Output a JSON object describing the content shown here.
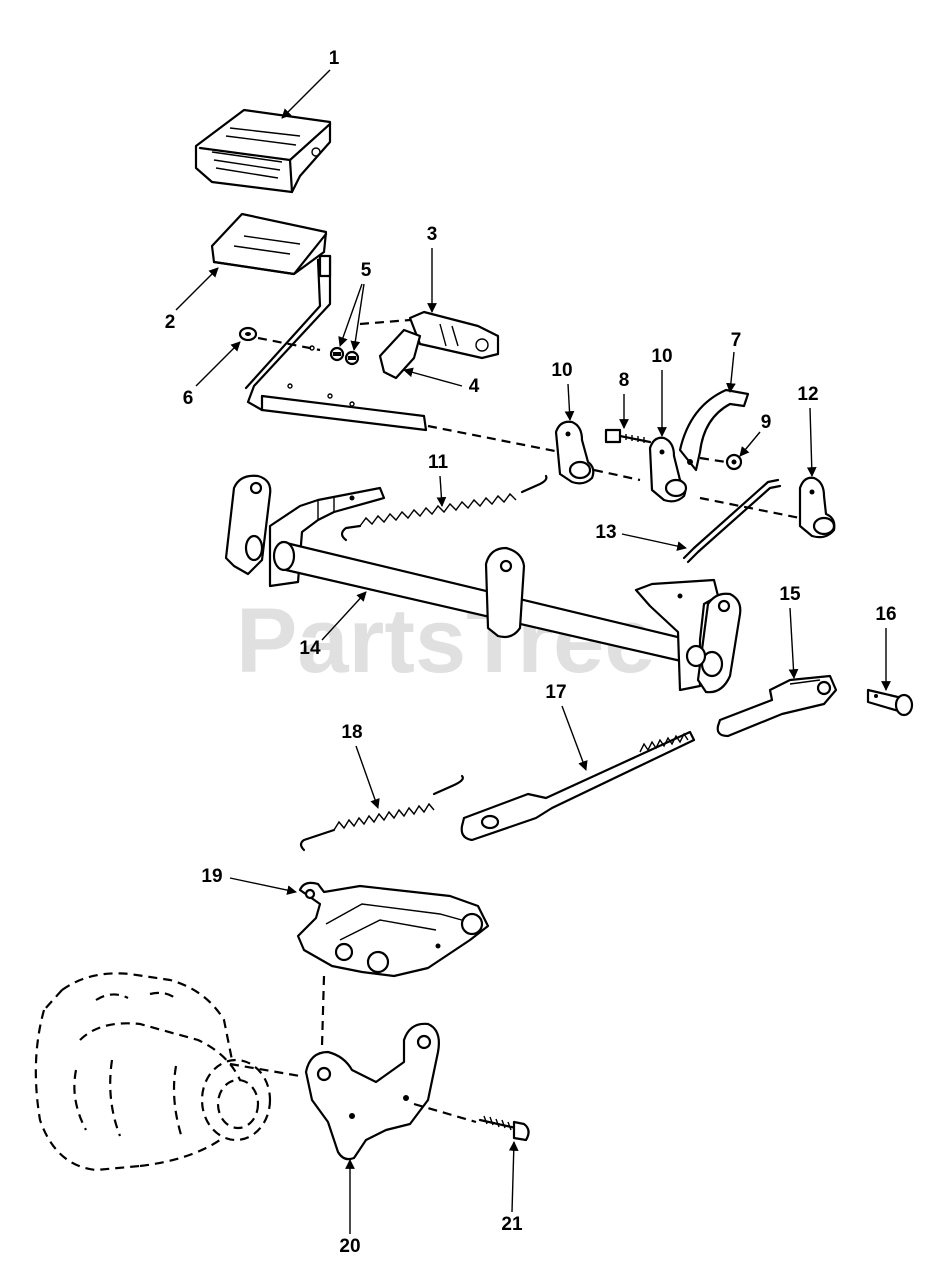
{
  "watermark": "PartsTree",
  "labels": [
    "1",
    "2",
    "3",
    "4",
    "5",
    "6",
    "7",
    "8",
    "9",
    "10",
    "10",
    "11",
    "12",
    "13",
    "14",
    "15",
    "16",
    "17",
    "18",
    "19",
    "20",
    "21"
  ]
}
